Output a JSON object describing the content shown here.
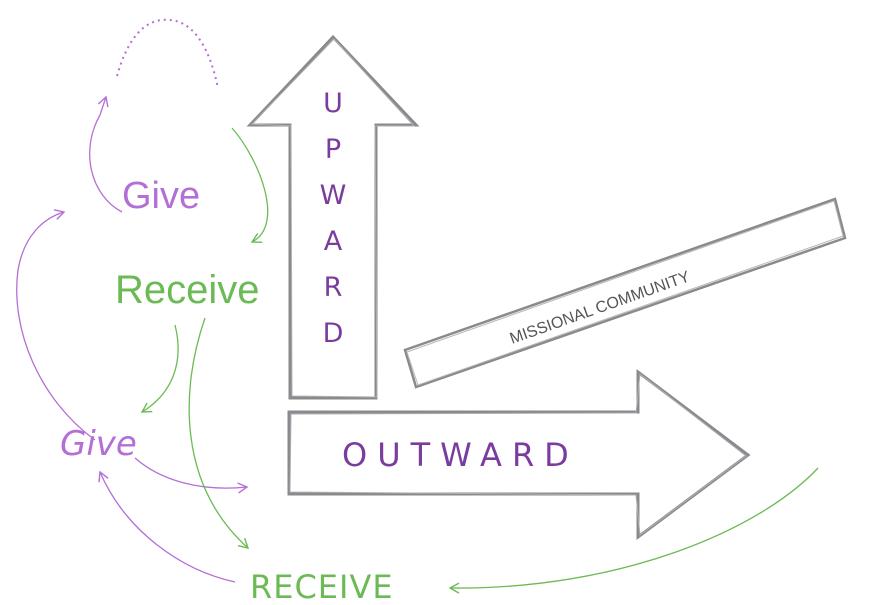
{
  "colors": {
    "purple": "#b36fd6",
    "purple_text": "#7a3d9e",
    "green": "#6cba55",
    "arrow_stroke": "#8a8a8e",
    "band_text": "#555555"
  },
  "labels": {
    "upward": [
      "U",
      "P",
      "W",
      "A",
      "R",
      "D"
    ],
    "outward": "OUTWARD",
    "missional": "MISSIONAL COMMUNITY",
    "give_top": "Give",
    "receive_top": "Receive",
    "give_bottom": "Give",
    "receive_bottom": "RECEIVE"
  }
}
